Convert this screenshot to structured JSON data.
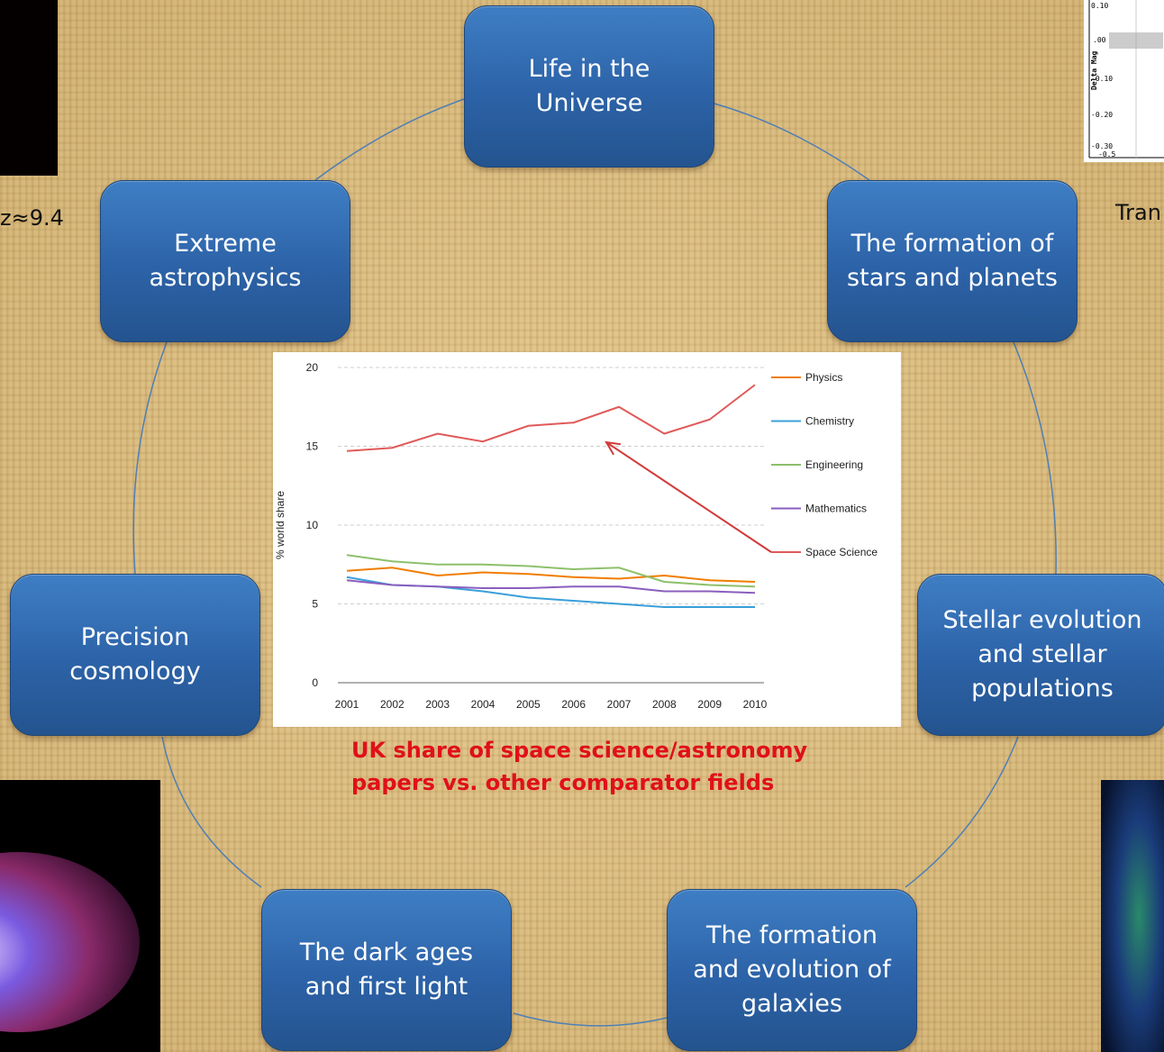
{
  "nodes": [
    {
      "id": "life",
      "lines": [
        "Life in the",
        "Universe"
      ]
    },
    {
      "id": "stars-planets",
      "lines": [
        "The formation of",
        "stars and planets"
      ]
    },
    {
      "id": "stellar-evolution",
      "lines": [
        "Stellar evolution",
        "and stellar",
        "populations"
      ]
    },
    {
      "id": "galaxies",
      "lines": [
        "The formation",
        "and evolution of",
        "galaxies"
      ]
    },
    {
      "id": "dark-ages",
      "lines": [
        "The dark ages",
        "and first light"
      ]
    },
    {
      "id": "precision-cosmology",
      "lines": [
        "Precision",
        "cosmology"
      ]
    },
    {
      "id": "extreme",
      "lines": [
        "Extreme",
        "astrophysics"
      ]
    }
  ],
  "side_labels": {
    "left": "z≈9.4",
    "right": "Tran"
  },
  "mini_plot": {
    "ylabel": "Delta Mag",
    "ticks": [
      "0.10",
      ".00",
      "-0.10",
      "-0.20",
      "-0.30"
    ],
    "xtick": "-0.5"
  },
  "caption": {
    "line1": "UK share of space science/astronomy",
    "line2": "papers vs. other comparator fields"
  },
  "colors": {
    "node": "#2c62a7",
    "caption": "#e0101a"
  },
  "chart_data": {
    "type": "line",
    "ylabel": "% world share",
    "ylim": [
      0,
      20
    ],
    "yticks": [
      0,
      5,
      10,
      15,
      20
    ],
    "grid": true,
    "legend_position": "right",
    "categories": [
      "2001",
      "2002",
      "2003",
      "2004",
      "2005",
      "2006",
      "2007",
      "2008",
      "2009",
      "2010"
    ],
    "series": [
      {
        "name": "Physics",
        "color": "#f07d00",
        "values": [
          7.1,
          7.3,
          6.8,
          7.0,
          6.9,
          6.7,
          6.6,
          6.8,
          6.5,
          6.4
        ]
      },
      {
        "name": "Chemistry",
        "color": "#3a9fd9",
        "values": [
          6.7,
          6.2,
          6.1,
          5.8,
          5.4,
          5.2,
          5.0,
          4.8,
          4.8,
          4.8
        ]
      },
      {
        "name": "Engineering",
        "color": "#8dc06a",
        "values": [
          8.1,
          7.7,
          7.5,
          7.5,
          7.4,
          7.2,
          7.3,
          6.4,
          6.2,
          6.1
        ]
      },
      {
        "name": "Mathematics",
        "color": "#8a5ebd",
        "values": [
          6.5,
          6.2,
          6.1,
          6.0,
          6.0,
          6.1,
          6.1,
          5.8,
          5.8,
          5.7
        ]
      },
      {
        "name": "Space Science",
        "color": "#e05a5a",
        "values": [
          14.7,
          14.9,
          15.8,
          15.3,
          16.3,
          16.5,
          17.5,
          15.8,
          16.7,
          18.9
        ]
      }
    ]
  }
}
